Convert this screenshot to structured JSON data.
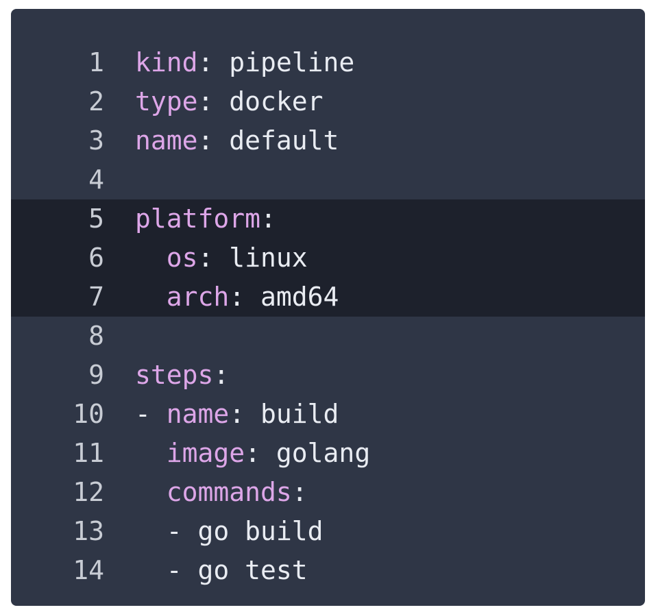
{
  "editor": {
    "lines": [
      {
        "num": "1",
        "indent": "",
        "dash": "",
        "key": "kind",
        "sep": ":",
        "value": " pipeline",
        "highlighted": false
      },
      {
        "num": "2",
        "indent": "",
        "dash": "",
        "key": "type",
        "sep": ":",
        "value": " docker",
        "highlighted": false
      },
      {
        "num": "3",
        "indent": "",
        "dash": "",
        "key": "name",
        "sep": ":",
        "value": " default",
        "highlighted": false
      },
      {
        "num": "4",
        "indent": "",
        "dash": "",
        "key": "",
        "sep": "",
        "value": "",
        "highlighted": false
      },
      {
        "num": "5",
        "indent": "",
        "dash": "",
        "key": "platform",
        "sep": ":",
        "value": "",
        "highlighted": true
      },
      {
        "num": "6",
        "indent": "  ",
        "dash": "",
        "key": "os",
        "sep": ":",
        "value": " linux",
        "highlighted": true
      },
      {
        "num": "7",
        "indent": "  ",
        "dash": "",
        "key": "arch",
        "sep": ":",
        "value": " amd64",
        "highlighted": true
      },
      {
        "num": "8",
        "indent": "",
        "dash": "",
        "key": "",
        "sep": "",
        "value": "",
        "highlighted": false
      },
      {
        "num": "9",
        "indent": "",
        "dash": "",
        "key": "steps",
        "sep": ":",
        "value": "",
        "highlighted": false
      },
      {
        "num": "10",
        "indent": "",
        "dash": "- ",
        "key": "name",
        "sep": ":",
        "value": " build",
        "highlighted": false
      },
      {
        "num": "11",
        "indent": "  ",
        "dash": "",
        "key": "image",
        "sep": ":",
        "value": " golang",
        "highlighted": false
      },
      {
        "num": "12",
        "indent": "  ",
        "dash": "",
        "key": "commands",
        "sep": ":",
        "value": "",
        "highlighted": false
      },
      {
        "num": "13",
        "indent": "  ",
        "dash": "- ",
        "key": "",
        "sep": "",
        "value": "go build",
        "highlighted": false
      },
      {
        "num": "14",
        "indent": "  ",
        "dash": "- ",
        "key": "",
        "sep": "",
        "value": "go test",
        "highlighted": false
      }
    ]
  },
  "colors": {
    "background": "#2f3646",
    "highlight_background": "#1d212c",
    "key": "#dda6e8",
    "text": "#e9ecf2",
    "line_number": "#c8ccd4"
  }
}
